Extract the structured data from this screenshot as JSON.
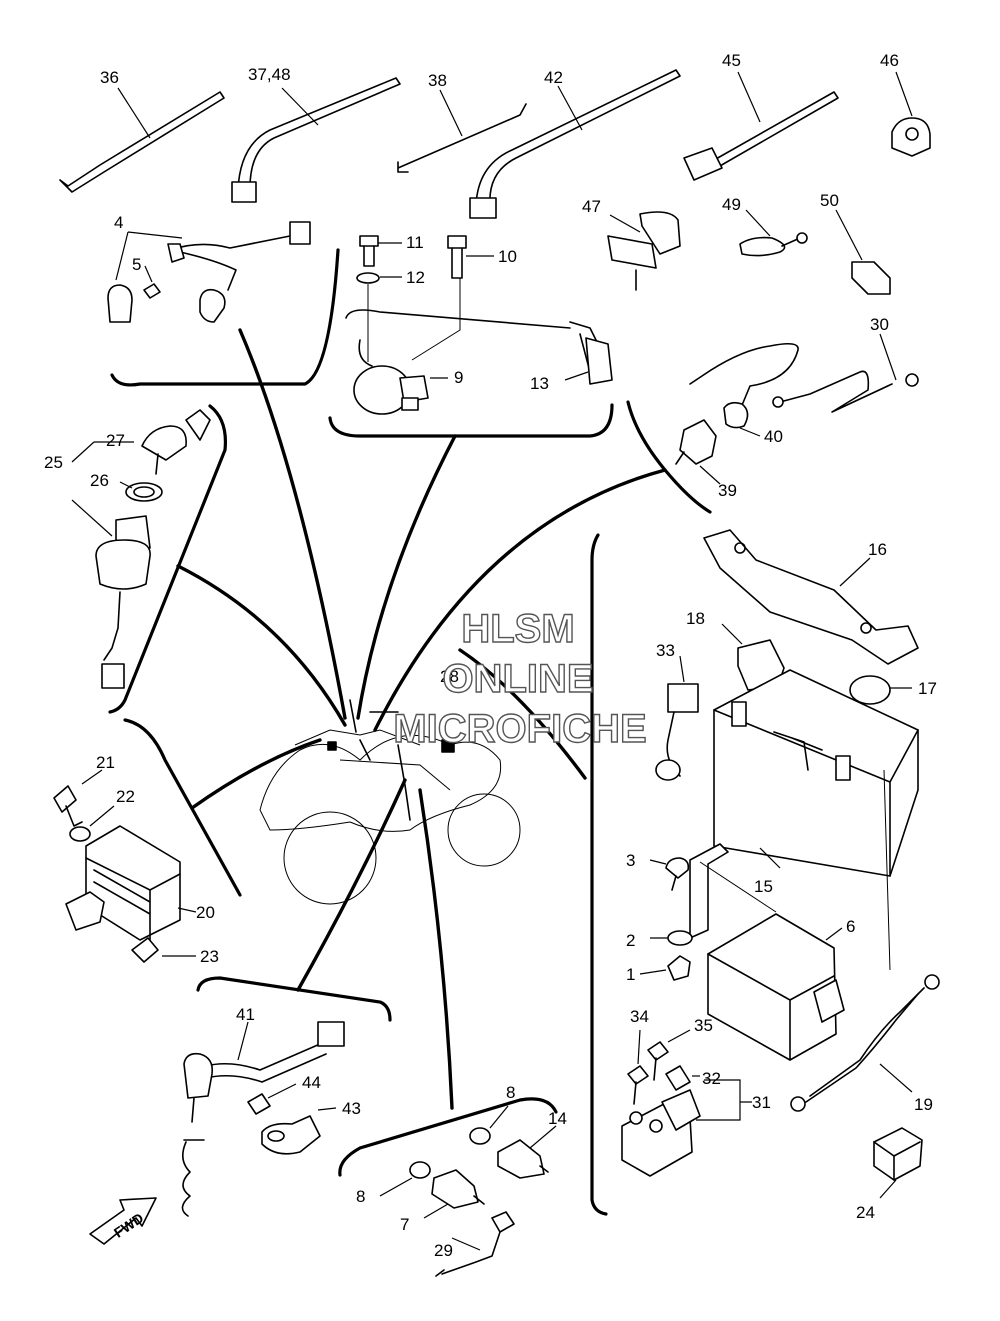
{
  "watermark": {
    "line1": "HLSM",
    "line2": "ONLINE",
    "line3": "MICROFICHE",
    "color": "#555555"
  },
  "direction_label": "FWD",
  "part_labels": {
    "p36": "36",
    "p37_48": "37,48",
    "p38": "38",
    "p42": "42",
    "p45": "45",
    "p46": "46",
    "p4": "4",
    "p5": "5",
    "p11": "11",
    "p10": "10",
    "p12": "12",
    "p47": "47",
    "p49": "49",
    "p50": "50",
    "p9": "9",
    "p13": "13",
    "p30": "30",
    "p40": "40",
    "p39": "39",
    "p27": "27",
    "p25": "25",
    "p26": "26",
    "p16": "16",
    "p18": "18",
    "p33": "33",
    "p28": "28",
    "p17": "17",
    "p21": "21",
    "p22": "22",
    "p20": "20",
    "p23": "23",
    "p3": "3",
    "p15": "15",
    "p2": "2",
    "p6": "6",
    "p1": "1",
    "p41": "41",
    "p34": "34",
    "p35": "35",
    "p44": "44",
    "p32": "32",
    "p43": "43",
    "p31": "31",
    "p19": "19",
    "p8a": "8",
    "p14": "14",
    "p8b": "8",
    "p7": "7",
    "p29": "29",
    "p24": "24"
  }
}
